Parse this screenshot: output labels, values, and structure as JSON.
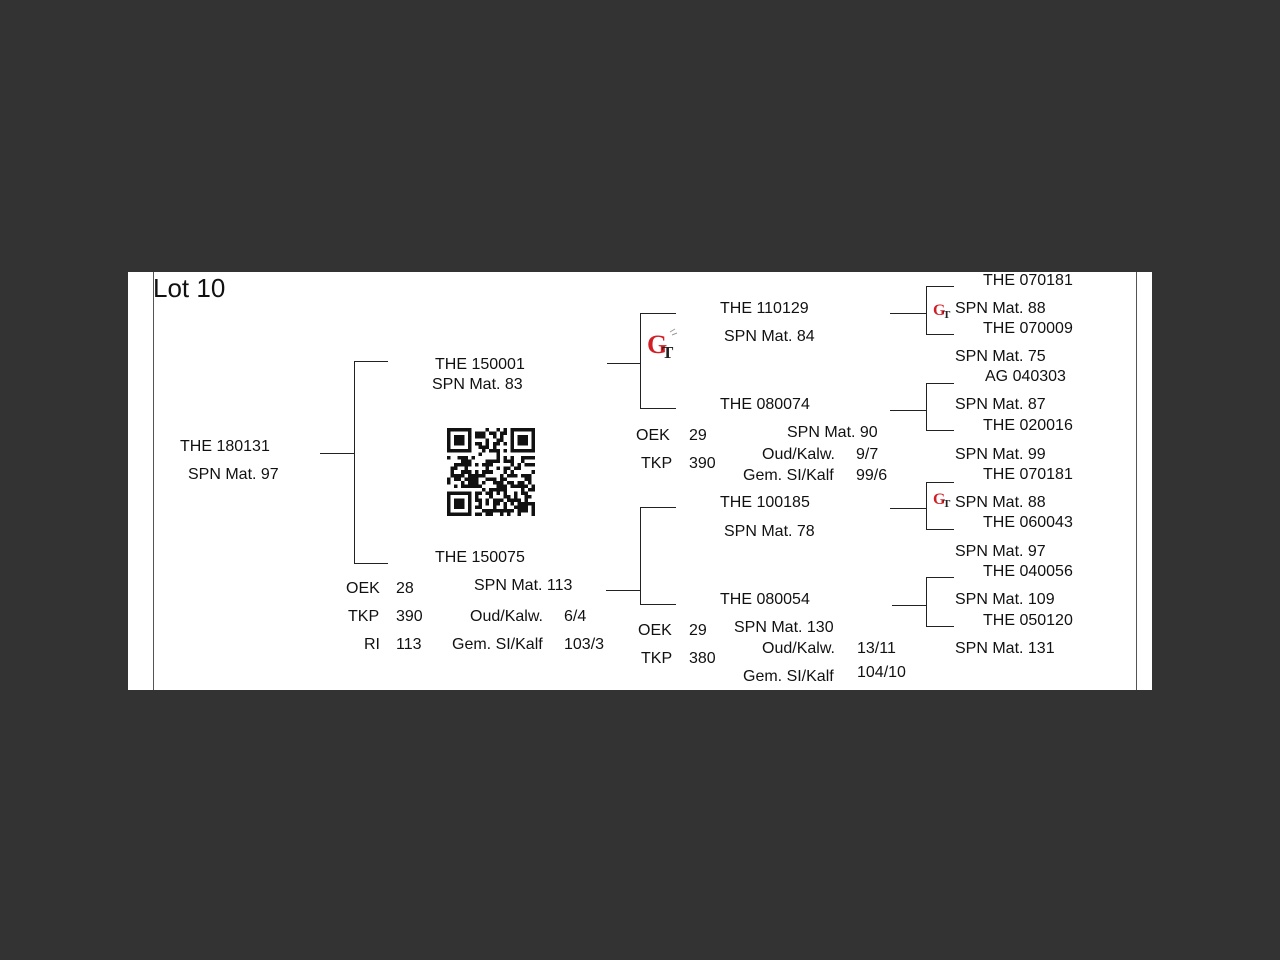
{
  "lot_title": "Lot 10",
  "root": {
    "id": "THE 180131",
    "spn": "SPN Mat. 97"
  },
  "sire": {
    "id": "THE 150001",
    "spn": "SPN Mat. 83"
  },
  "dam": {
    "id": "THE 150075",
    "spn": "SPN Mat. 113",
    "oek_label": "OEK",
    "oek": "28",
    "tkp_label": "TKP",
    "tkp": "390",
    "ri_label": "RI",
    "ri": "113",
    "oud_label": "Oud/Kalw.",
    "oud": "6/4",
    "gem_label": "Gem. SI/Kalf",
    "gem": "103/3"
  },
  "sire_sire": {
    "id": "THE 110129",
    "spn": "SPN Mat. 84"
  },
  "sire_dam": {
    "id": "THE 080074",
    "spn": "SPN Mat. 90",
    "oek_label": "OEK",
    "oek": "29",
    "tkp_label": "TKP",
    "tkp": "390",
    "oud_label": "Oud/Kalw.",
    "oud": "9/7",
    "gem_label": "Gem. SI/Kalf",
    "gem": "99/6"
  },
  "dam_sire": {
    "id": "THE 100185",
    "spn": "SPN Mat. 78"
  },
  "dam_dam": {
    "id": "THE 080054",
    "spn": "SPN Mat. 130",
    "oek_label": "OEK",
    "oek": "29",
    "tkp_label": "TKP",
    "tkp": "380",
    "oud_label": "Oud/Kalw.",
    "oud": "13/11",
    "gem_label": "Gem. SI/Kalf",
    "gem": "104/10"
  },
  "gen3": [
    {
      "id": "THE 070181",
      "spn": "SPN Mat. 88"
    },
    {
      "id": "THE 070009",
      "spn": "SPN Mat. 75"
    },
    {
      "id": "AG  040303",
      "spn": "SPN Mat. 87"
    },
    {
      "id": "THE 020016",
      "spn": "SPN Mat. 99"
    },
    {
      "id": "THE 070181",
      "spn": "SPN Mat. 88"
    },
    {
      "id": "THE 060043",
      "spn": "SPN Mat. 97"
    },
    {
      "id": "THE 040056",
      "spn": "SPN Mat. 109"
    },
    {
      "id": "THE 050120",
      "spn": "SPN Mat. 131"
    }
  ],
  "logo_icon": "gt-logo-icon",
  "qr_icon": "qr-code-icon",
  "colors": {
    "logo_red": "#d21f26",
    "logo_dark": "#222222"
  }
}
